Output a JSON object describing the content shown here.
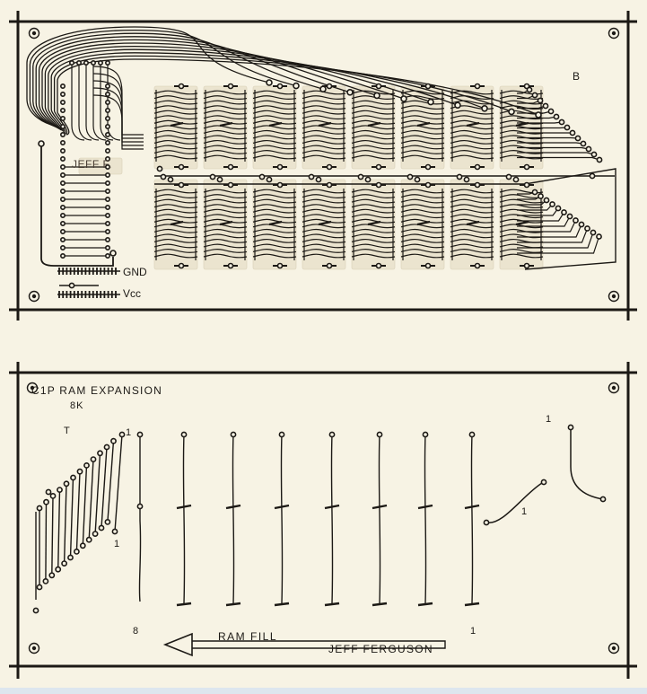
{
  "top_board": {
    "side_label": "B",
    "designer_mark": "JEFF F.",
    "gnd_label": "GND",
    "vcc_label": "Vcc"
  },
  "bottom_board": {
    "title": "C1P RAM EXPANSION",
    "size": "8K",
    "corner_mark": "T",
    "mark_one": "1",
    "mark_eight": "8",
    "arrow_label": "RAM FILL",
    "author": "JEFF FERGUSON"
  },
  "colors": {
    "paper": "#f7f3e4",
    "ink": "#1c1915",
    "tape": "#ece6d2"
  }
}
